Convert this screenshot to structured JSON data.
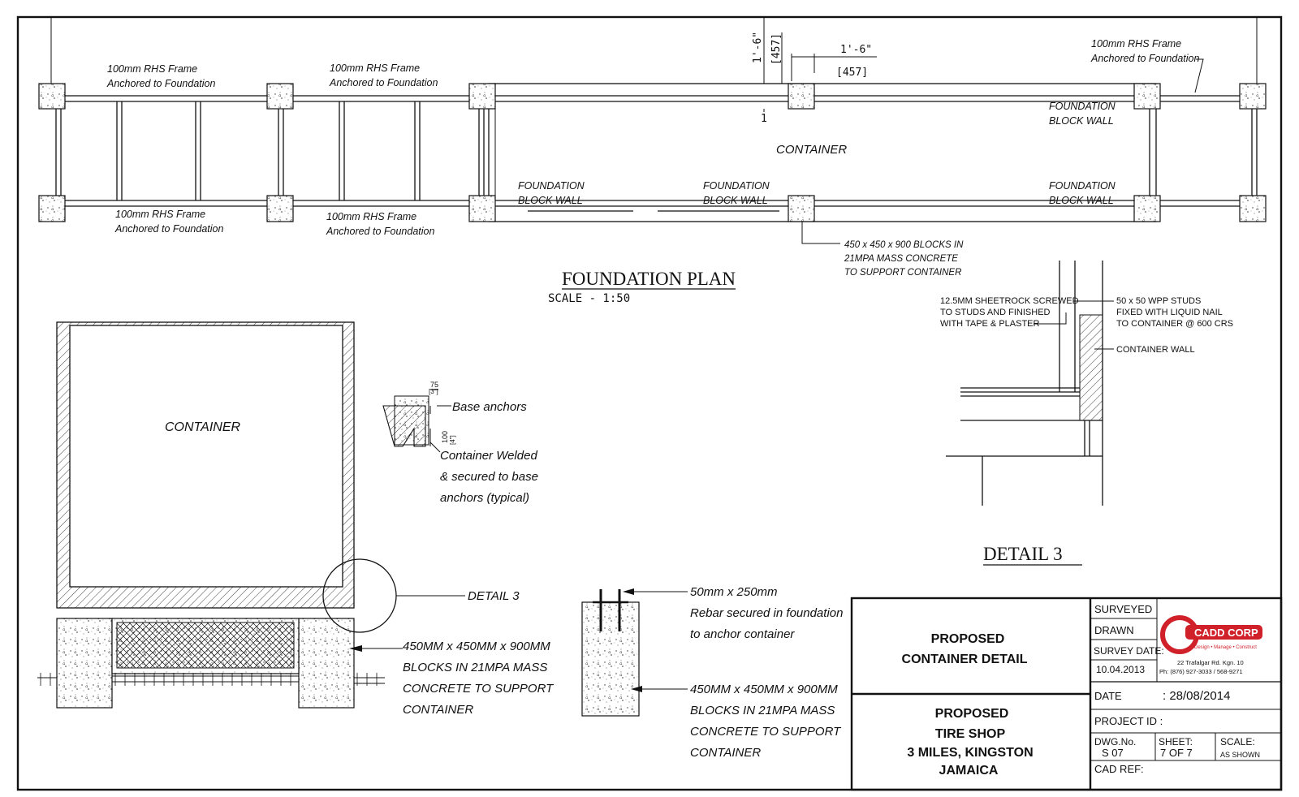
{
  "foundation_plan": {
    "title": "FOUNDATION  PLAN",
    "scale": "SCALE  -  1:50",
    "rhs_frame_line1": "100mm RHS Frame",
    "rhs_frame_line2": "Anchored to Foundation",
    "container_label": "CONTAINER",
    "block_wall_line1": "FOUNDATION",
    "block_wall_line2": "BLOCK WALL",
    "dim_vertical": "1'-6\"",
    "dim_vertical_mm": "[457]",
    "dim_horizontal": "1'-6\"",
    "dim_horizontal_mm": "[457]",
    "dim_tick": "1",
    "blocks_note": [
      "450 x 450 x 900 BLOCKS IN",
      "21MPA MASS CONCRETE",
      "TO SUPPORT CONTAINER"
    ]
  },
  "section": {
    "container_label": "CONTAINER",
    "detail_ref": "DETAIL 3",
    "blocks_note": [
      "450MM x 450MM x 900MM",
      "BLOCKS IN 21MPA MASS",
      "CONCRETE TO SUPPORT",
      "CONTAINER"
    ]
  },
  "anchor_detail": {
    "dim_top": "75",
    "dim_top_in": "[3\"]",
    "dim_side": "100",
    "dim_side_in": "[4\"]",
    "base_anchors": "Base anchors",
    "welded_note": [
      "Container Welded",
      "& secured to base",
      "anchors (typical)"
    ]
  },
  "rebar_detail": {
    "rebar_note": [
      "50mm x 250mm",
      "Rebar secured in foundation",
      "to anchor container"
    ],
    "blocks_note": [
      "450MM x 450MM x 900MM",
      "BLOCKS IN 21MPA MASS",
      "CONCRETE TO SUPPORT",
      "CONTAINER"
    ]
  },
  "detail3": {
    "title": "DETAIL  3",
    "sheetrock_note": [
      "12.5MM SHEETROCK SCREWED",
      "TO STUDS AND FINISHED",
      "WITH TAPE & PLASTER"
    ],
    "studs_note": [
      "50 x 50 WPP STUDS",
      "FIXED WITH LIQUID NAIL",
      "TO CONTAINER @ 600 CRS"
    ],
    "container_wall": "CONTAINER WALL"
  },
  "title_block": {
    "project_title_1": "PROPOSED",
    "project_title_2": "CONTAINER  DETAIL",
    "client_1": "PROPOSED",
    "client_2": "TIRE SHOP",
    "client_3": "3 MILES, KINGSTON",
    "client_4": "JAMAICA",
    "surveyed": "SURVEYED",
    "drawn": "DRAWN",
    "survey_date_label": "SURVEY  DATE:",
    "survey_date": "10.04.2013",
    "date_label": "DATE",
    "date_value": ":  28/08/2014",
    "project_id": "PROJECT  ID  :",
    "dwg_no_label": "DWG.No.",
    "dwg_no": "S 07",
    "sheet_label": "SHEET:",
    "sheet": "7 OF 7",
    "scale_label": "SCALE:",
    "scale": "AS SHOWN",
    "cad_ref": "CAD  REF:",
    "company": "CADD CORP",
    "tagline": "Design • Manage • Construct",
    "address": "22 Trafalgar Rd. Kgn. 10",
    "phone": "Ph: (876) 927-3033 / 568-9271"
  },
  "colors": {
    "ink": "#111111",
    "logo_red": "#d0202a"
  }
}
